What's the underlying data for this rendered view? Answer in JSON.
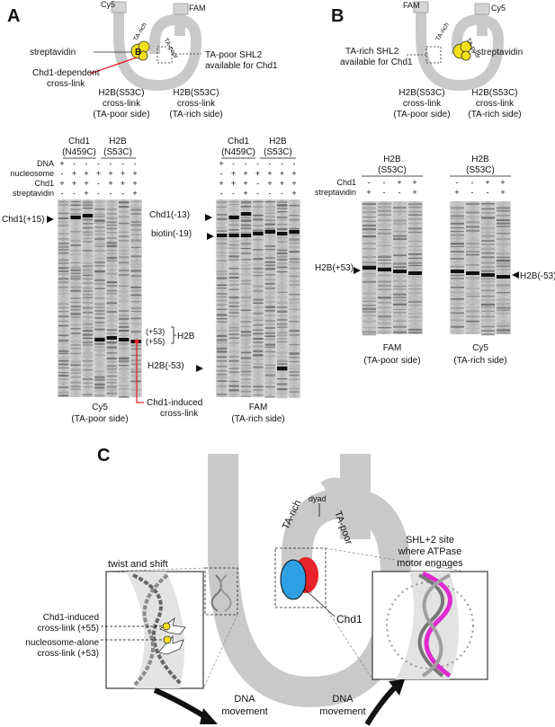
{
  "panelA": {
    "letter": "A",
    "diagram": {
      "cy5": "Cy5",
      "fam": "FAM",
      "ta_rich": "TA-rich",
      "ta_poor": "TA-poor",
      "b": "B",
      "streptavidin": "streptavidin",
      "chd1_crosslink": [
        "Chd1-dependent",
        "cross-link"
      ],
      "ta_poor_shl2": [
        "TA-poor SHL2",
        "available for Chd1"
      ],
      "h2b_left": [
        "H2B(S53C)",
        "cross-link",
        "(TA-poor side)"
      ],
      "h2b_right": [
        "H2B(S53C)",
        "cross-link",
        "(TA-rich side)"
      ]
    },
    "gel_left": {
      "headers": [
        [
          "Chd1",
          "(N459C)"
        ],
        [
          "H2B",
          "(S53C)"
        ]
      ],
      "row_labels": [
        "DNA",
        "nucleosome",
        "Chd1",
        "streptavidin"
      ],
      "rows": [
        [
          "+",
          "-",
          "-",
          "-",
          "-",
          "-",
          "-"
        ],
        [
          "-",
          "+",
          "+",
          "+",
          "+",
          "+",
          "+"
        ],
        [
          "+",
          "+",
          "+",
          "-",
          "+",
          "+",
          "+"
        ],
        [
          "-",
          "-",
          "+",
          "-",
          "-",
          "-",
          "+"
        ]
      ],
      "band_labels": [
        "Chd1(+15)"
      ],
      "bracket_labels": [
        "(+53)",
        "(+55)",
        "H2B"
      ],
      "footer": [
        "Cy5",
        "(TA-poor side)"
      ]
    },
    "gel_right": {
      "headers": [
        [
          "Chd1",
          "(N459C)"
        ],
        [
          "H2B",
          "(S53C)"
        ]
      ],
      "rows": [
        [
          "+",
          "-",
          "-",
          "-",
          "-",
          "-",
          "-"
        ],
        [
          "-",
          "+",
          "+",
          "+",
          "+",
          "+",
          "+"
        ],
        [
          "+",
          "+",
          "+",
          "-",
          "+",
          "+",
          "+"
        ],
        [
          "-",
          "-",
          "+",
          "-",
          "-",
          "-",
          "+"
        ]
      ],
      "band_labels": [
        "Chd1(-13)",
        "biotin(-19)",
        "H2B(-53)"
      ],
      "footer": [
        "FAM",
        "(TA-rich side)"
      ]
    },
    "chd1_induced": [
      "Chd1-induced",
      "cross-link"
    ]
  },
  "panelB": {
    "letter": "B",
    "diagram": {
      "fam": "FAM",
      "cy5": "Cy5",
      "ta_rich": "TA-rich",
      "ta_poor": "TA-poor",
      "streptavidin": "streptavidin",
      "ta_rich_shl2": [
        "TA-rich SHL2",
        "available for Chd1"
      ],
      "h2b_left": [
        "H2B(S53C)",
        "cross-link",
        "(TA-poor side)"
      ],
      "h2b_right": [
        "H2B(S53C)",
        "cross-link",
        "(TA-rich side)"
      ]
    },
    "headers": [
      [
        "H2B",
        "(S53C)"
      ],
      [
        "H2B",
        "(S53C)"
      ]
    ],
    "row_labels": [
      "Chd1",
      "streptavidin"
    ],
    "rows_left": [
      [
        "-",
        "-",
        "+",
        "+"
      ],
      [
        "+",
        "-",
        "-",
        "+"
      ]
    ],
    "rows_right": [
      [
        "-",
        "-",
        "+",
        "+"
      ],
      [
        "+",
        "-",
        "-",
        "+"
      ]
    ],
    "band_left": "H2B(+53)",
    "band_right": "H2B(-53)",
    "footer_left": [
      "FAM",
      "(TA-poor side)"
    ],
    "footer_right": [
      "Cy5",
      "(TA-rich side)"
    ]
  },
  "panelC": {
    "letter": "C",
    "dyad": "dyad",
    "ta_rich": "TA-rich",
    "ta_poor": "TA-poor",
    "twist": "twist and shift",
    "shl2": [
      "SHL+2 site",
      "where ATPase",
      "motor engages"
    ],
    "chd1": "Chd1",
    "chd1_induced": [
      "Chd1-induced",
      "cross-link (+55)"
    ],
    "nuc_alone": [
      "nucleosome-alone",
      "cross-link (+53)"
    ],
    "dna_movement": [
      "DNA",
      "movement"
    ],
    "colors": {
      "blue": "#2f9fe3",
      "red": "#e8222a",
      "magenta": "#e02ad0",
      "yellow": "#f5e11a"
    }
  }
}
